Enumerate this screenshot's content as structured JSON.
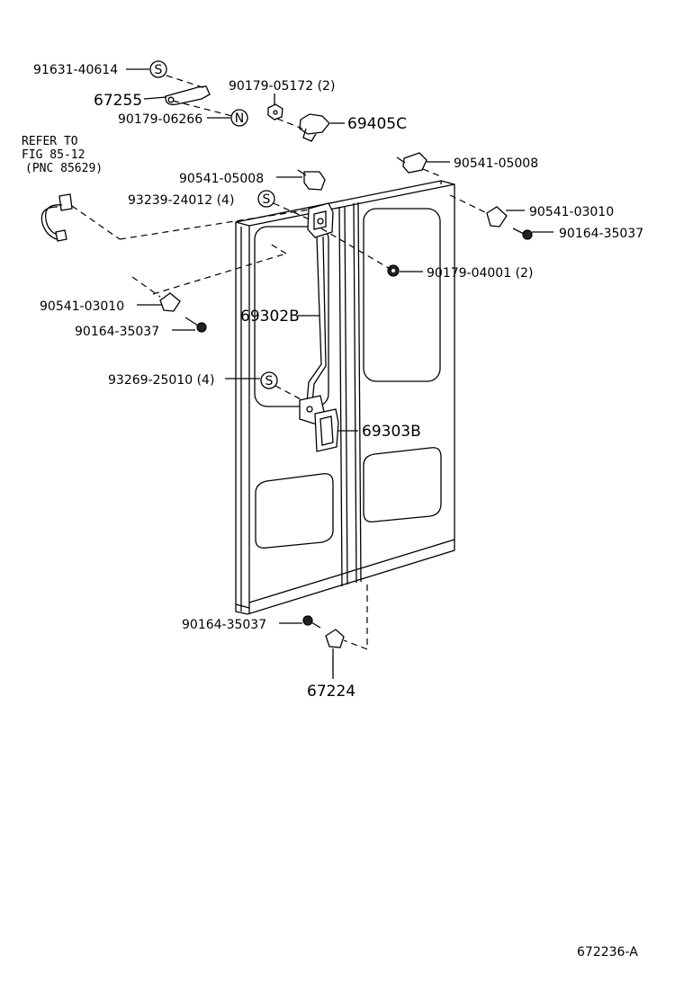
{
  "diagram_id": "672236-A",
  "refer_note": {
    "line1": "REFER TO",
    "line2": "FIG 85-12",
    "line3": "(PNC 85629)"
  },
  "markers": {
    "s": "S",
    "n": "N"
  },
  "parts": [
    {
      "id": "p1",
      "text": "91631-40614"
    },
    {
      "id": "p2",
      "text": "67255"
    },
    {
      "id": "p3",
      "text": "90179-06266"
    },
    {
      "id": "p4",
      "text": "90179-05172 (2)"
    },
    {
      "id": "p5",
      "text": "69405C"
    },
    {
      "id": "p6",
      "text": "90541-05008"
    },
    {
      "id": "p7",
      "text": "90541-05008"
    },
    {
      "id": "p8",
      "text": "93239-24012 (4)"
    },
    {
      "id": "p9",
      "text": "90541-03010"
    },
    {
      "id": "p10",
      "text": "90164-35037"
    },
    {
      "id": "p11",
      "text": "90179-04001 (2)"
    },
    {
      "id": "p12",
      "text": "90541-03010"
    },
    {
      "id": "p13",
      "text": "90164-35037"
    },
    {
      "id": "p14",
      "text": "69302B"
    },
    {
      "id": "p15",
      "text": "93269-25010 (4)"
    },
    {
      "id": "p16",
      "text": "69303B"
    },
    {
      "id": "p17",
      "text": "90164-35037"
    },
    {
      "id": "p18",
      "text": "67224"
    }
  ]
}
